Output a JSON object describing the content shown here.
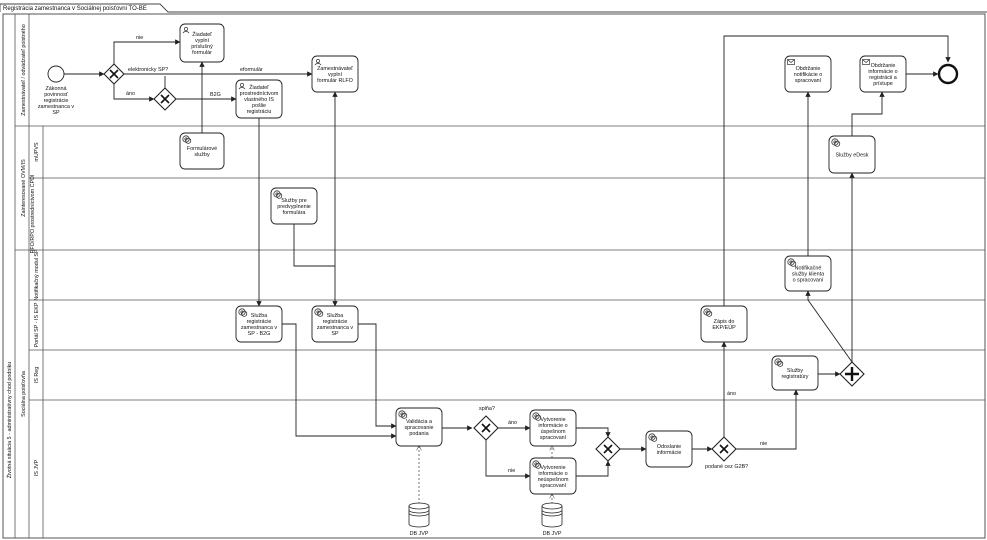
{
  "title": "Registrácia zamestnanca v Sociálnej poisťovni TO-BE",
  "pool": "Životná situácia 5 - administratívny chod podniku",
  "lanes": {
    "employer": "Zamestnávateľ / odvádzateľ poistného",
    "ovm": "Zainteresované OVM/IS",
    "mupvs": "mUPVS",
    "rfo": "RFO/RPO prostredníctvom CPDI",
    "sp": "Sociálna poisťovňa",
    "notif": "Notifikačný modul SP",
    "portal": "Portál SP - IS EKP",
    "isreg": "IS Reg",
    "isjvp": "IS JVP"
  },
  "events": {
    "start": "Zákonná povinnosť registrácie zamestnanca v SP"
  },
  "tasks": {
    "t_form_fill": "Žiadateľ vyplní príslušný formulár",
    "t_own_is": "Žiadateľ prostredníctvom vlastného IS pošlie registráciu",
    "t_rlfo": "Zamestnávateľ vyplní formulár RLFO",
    "t_form_svc": "Formulárové služby",
    "t_prefill": "Služby pre predvyplnenie formulára",
    "t_svc_b2g": "Služba registrácie zamestnanca v SP - B2G",
    "t_svc_sp": "Služba registrácie zamestnanca v SP",
    "t_validate": "Validácia a spracovanie podania",
    "t_success": "Vytvorenie informácie o úspešnom spracovaní",
    "t_fail": "Vytvorenie informácie o neúspešnom spracovaní",
    "t_send": "Odoslanie informácie",
    "t_ekp": "Zápis do EKP/EÚP",
    "t_registry": "Služby registratúry",
    "t_notify_svc": "Notifikačné služby klienta o spracovaní",
    "t_edesk": "Služby eDesk",
    "t_recv_notif": "Obdržanie notifikácie o spracovaní",
    "t_recv_info": "Obdržanie informácie o registrácii a prístupe"
  },
  "gateways": {
    "g_electronic": "elektronicky SP?",
    "g_complete": "splňa?",
    "g_g2b": "podané cez G2B?"
  },
  "edge_labels": {
    "nie_top": "nie",
    "ano_left": "áno",
    "eformular": "eformulár",
    "b2g": "B2G",
    "ano_valid": "áno",
    "nie_valid": "nie",
    "nie_g2b": "nie",
    "ano_g2b": "áno"
  },
  "datastores": {
    "db1": "DB JVP",
    "db2": "DB JVP"
  },
  "icons": {
    "service": "gear-icon",
    "receive": "envelope-icon",
    "user": "user-icon"
  }
}
